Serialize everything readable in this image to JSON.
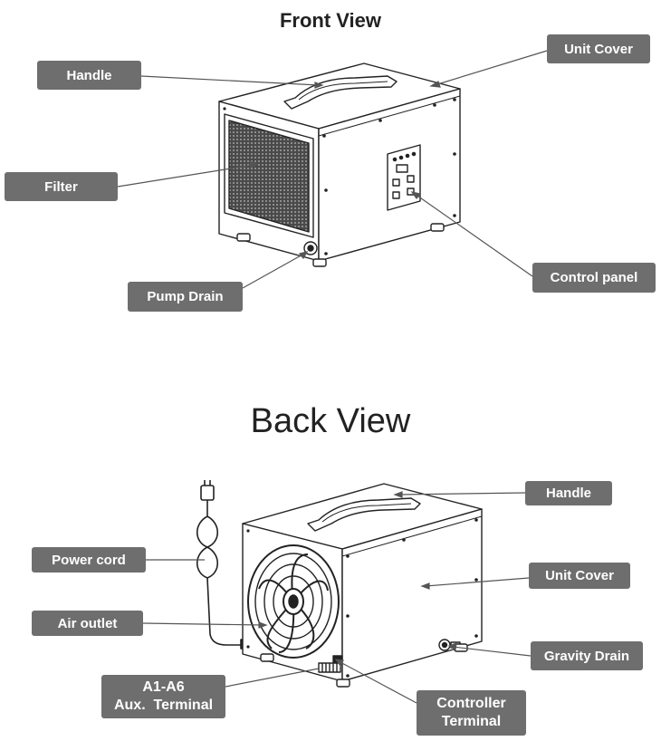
{
  "colors": {
    "callout_bg": "#6e6e6e",
    "callout_text": "#ffffff",
    "outline": "#222222",
    "leader": "#555555"
  },
  "front_view": {
    "title": "Front View",
    "labels": {
      "handle": "Handle",
      "unit_cover": "Unit Cover",
      "filter": "Filter",
      "control_panel": "Control panel",
      "pump_drain": "Pump Drain"
    }
  },
  "back_view": {
    "title": "Back View",
    "labels": {
      "handle": "Handle",
      "power_cord": "Power cord",
      "unit_cover": "Unit Cover",
      "air_outlet": "Air outlet",
      "gravity_drain": "Gravity Drain",
      "aux_terminal_line1": "A1-A6",
      "aux_terminal_line2": "Aux.  Terminal",
      "controller_terminal_line1": "Controller",
      "controller_terminal_line2": "Terminal"
    }
  }
}
